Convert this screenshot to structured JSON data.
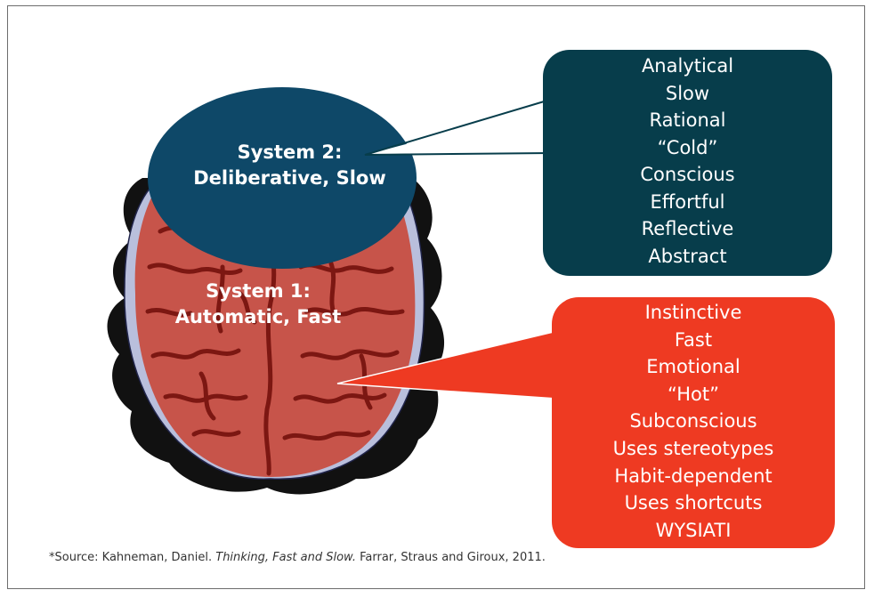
{
  "system2": {
    "line1": "System 2:",
    "line2": "Deliberative, Slow"
  },
  "system1": {
    "line1": "System 1:",
    "line2": "Automatic, Fast"
  },
  "system2_traits": [
    "Analytical",
    "Slow",
    "Rational",
    "“Cold”",
    "Conscious",
    "Effortful",
    "Reflective",
    "Abstract"
  ],
  "system1_traits": [
    "Instinctive",
    "Fast",
    "Emotional",
    "“Hot”",
    "Subconscious",
    "Uses stereotypes",
    "Habit-dependent",
    "Uses shortcuts",
    "WYSIATI"
  ],
  "source": {
    "prefix": "*Source: Kahneman, Daniel. ",
    "title": "Thinking, Fast and Slow.",
    "suffix": " Farrar, Straus and Giroux, 2011."
  },
  "colors": {
    "system2_oval": "#0e4868",
    "system2_box": "#073d4b",
    "system1_box": "#ee3a22",
    "brain": "#c7544a",
    "brain_folds": "#7c1712",
    "skull_halo": "#b9bfdc"
  }
}
